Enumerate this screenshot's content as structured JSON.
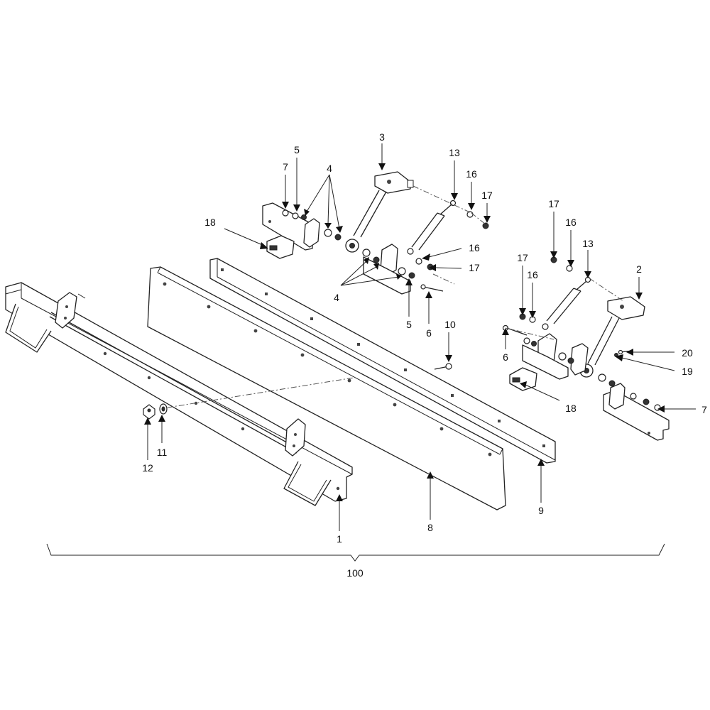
{
  "diagram": {
    "callouts": {
      "c1": "1",
      "c2": "2",
      "c3": "3",
      "c4a": "4",
      "c4b": "4",
      "c5a": "5",
      "c5b": "5",
      "c6a": "6",
      "c6b": "6",
      "c7a": "7",
      "c7b": "7",
      "c8": "8",
      "c9": "9",
      "c10": "10",
      "c11": "11",
      "c12": "12",
      "c13a": "13",
      "c13b": "13",
      "c16a": "16",
      "c16b": "16",
      "c16c": "16",
      "c16d": "16",
      "c17a": "17",
      "c17b": "17",
      "c17c": "17",
      "c17d": "17",
      "c18a": "18",
      "c18b": "18",
      "c19": "19",
      "c20": "20",
      "c100": "100"
    }
  }
}
